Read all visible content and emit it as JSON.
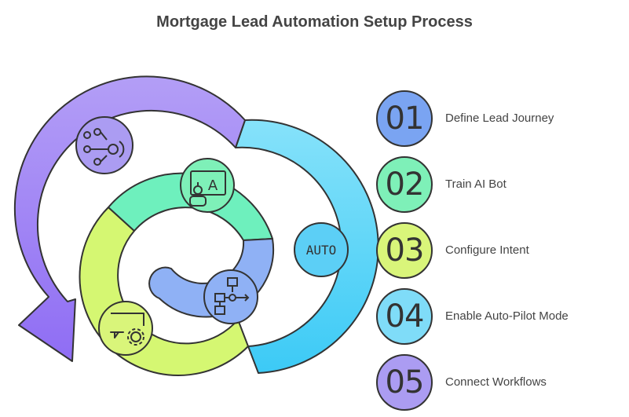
{
  "title": "Mortgage Lead Automation Setup Process",
  "center_badge": "AUTO",
  "steps": [
    {
      "number": "01",
      "label": "Define Lead Journey",
      "color": "#7aa4f2"
    },
    {
      "number": "02",
      "label": "Train AI Bot",
      "color": "#7ef0b8"
    },
    {
      "number": "03",
      "label": "Configure Intent",
      "color": "#d9f57a"
    },
    {
      "number": "04",
      "label": "Enable Auto-Pilot Mode",
      "color": "#7fdcf8"
    },
    {
      "number": "05",
      "label": "Connect Workflows",
      "color": "#ab9cf2"
    }
  ],
  "spiral_colors": {
    "outer_purple": "#a68ff5",
    "outer_blue": "#55d2f8",
    "middle_green": "#6ef0bd",
    "middle_yellow": "#d5f772",
    "inner_blue": "#8fb1f5"
  },
  "icons": [
    "network-icon",
    "robot-ai-icon",
    "flowchart-icon",
    "chat-gear-icon"
  ]
}
